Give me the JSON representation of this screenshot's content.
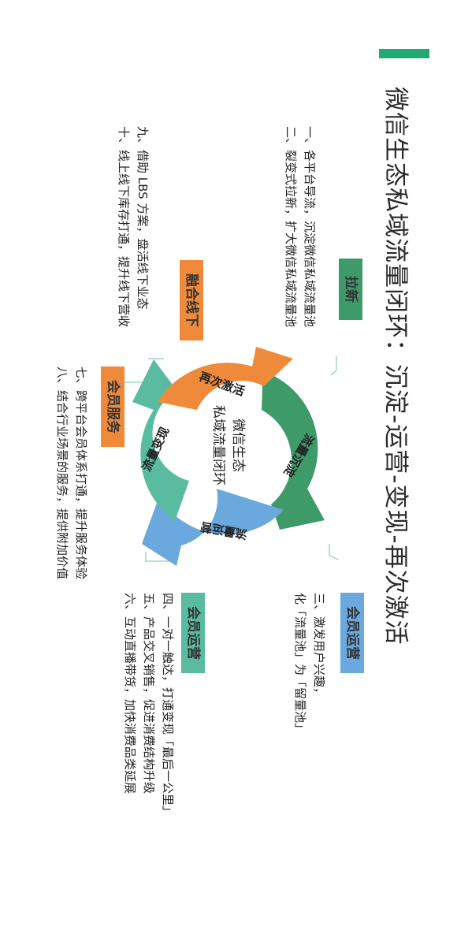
{
  "title": "微信生态私域流量闭环：沉淀-运营-变现-再次激活",
  "center_text": [
    "微信生态",
    "私域流量闭环"
  ],
  "ring_segments": [
    {
      "label": "流量沉淀",
      "color": "#3f9a6a"
    },
    {
      "label": "流量运营",
      "color": "#6aa8dd"
    },
    {
      "label": "流量变现",
      "color": "#59bba0"
    },
    {
      "label": "再次激活",
      "color": "#ee8a3a"
    }
  ],
  "sections": {
    "lahin": {
      "tag": "拉新",
      "items": [
        "一、各平台导流，沉淀微信私域流量池",
        "二、裂变式拉新，扩大微信私域流量池"
      ]
    },
    "member_ops_top": {
      "tag": "会员运营",
      "items": [
        "三、激发用户兴趣，",
        "化「流量池」为「留量池」"
      ]
    },
    "member_ops_bottom": {
      "tag": "会员运营",
      "items": [
        "四、一对一触达，打通变现「最后一公里」",
        "五、产品交叉销售，促进消费结构升级",
        "六、互动直播带货，加快消费品类延展"
      ]
    },
    "member_service": {
      "tag": "会员服务",
      "items": [
        "七、跨平台会员体系打通，提升服务体验",
        "八、结合行业场景的服务，提供附加价值"
      ]
    },
    "offline": {
      "tag": "融合线下",
      "items": [
        "九、借助 LBS 方案，盘活线下业态",
        "十、线上线下库存打通，提升线下营收"
      ]
    }
  }
}
